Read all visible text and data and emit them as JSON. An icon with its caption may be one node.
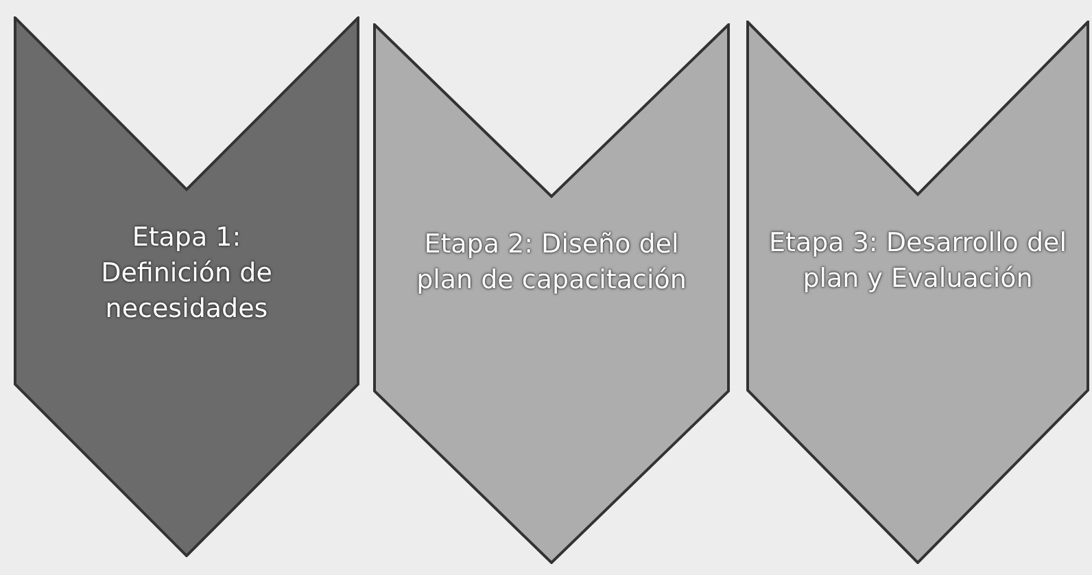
{
  "diagram": {
    "nodes": [
      {
        "text": [
          "Etapa 1: Definición de necesidades"
        ]
      },
      {
        "text": [
          "Etapa 2: Diseño del plan de capacitación"
        ]
      },
      {
        "text": [
          "Etapa 3: Desarrollo del plan y Evaluación"
        ]
      }
    ]
  }
}
